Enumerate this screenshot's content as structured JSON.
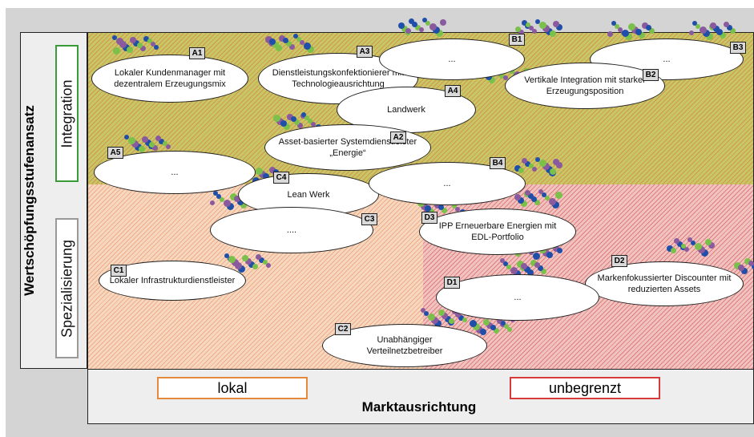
{
  "axes": {
    "y_title": "Wertschöpfungsstufenansatz",
    "y_levels": {
      "top": "Integration",
      "bottom": "Spezialisierung"
    },
    "x_title": "Marktausrichtung",
    "x_levels": {
      "left": "lokal",
      "right": "unbegrenzt"
    }
  },
  "colors": {
    "integration_fill": "#c7c766",
    "lokal_fill": "#f6d7c0",
    "unbegrenzt_fill": "#f0c3c0",
    "integration_border": "#3a9b3a",
    "lokal_border": "#e58a3b",
    "unbegrenzt_border": "#d63a3a",
    "cluster_blue": "#1f4fa8",
    "cluster_purple": "#8a5a9e",
    "cluster_green": "#7ac04a"
  },
  "models": [
    {
      "id": "A1",
      "label": "Lokaler Kundenmanager mit dezentralem  Erzeugungsmix"
    },
    {
      "id": "A3",
      "label": "Dienstleistungskonfektionierer mit Technologieausrichtung"
    },
    {
      "id": "B1",
      "label": "..."
    },
    {
      "id": "B3",
      "label": "..."
    },
    {
      "id": "B2",
      "label": "Vertikale Integration mit starker  Erzeugungsposition"
    },
    {
      "id": "A4",
      "label": "Landwerk"
    },
    {
      "id": "A2",
      "label": "Asset-basierter Systemdienstleister „Energie“"
    },
    {
      "id": "A5",
      "label": "..."
    },
    {
      "id": "B4",
      "label": "..."
    },
    {
      "id": "C4",
      "label": "Lean Werk"
    },
    {
      "id": "C3",
      "label": "...."
    },
    {
      "id": "D3",
      "label": "IPP Erneuerbare Energien mit EDL-Portfolio"
    },
    {
      "id": "C1",
      "label": "Lokaler Infrastrukturdienstleister"
    },
    {
      "id": "D2",
      "label": "Markenfokussierter  Discounter mit reduzierten  Assets"
    },
    {
      "id": "D1",
      "label": "..."
    },
    {
      "id": "C2",
      "label": "Unabhängiger Verteilnetzbetreiber"
    }
  ]
}
